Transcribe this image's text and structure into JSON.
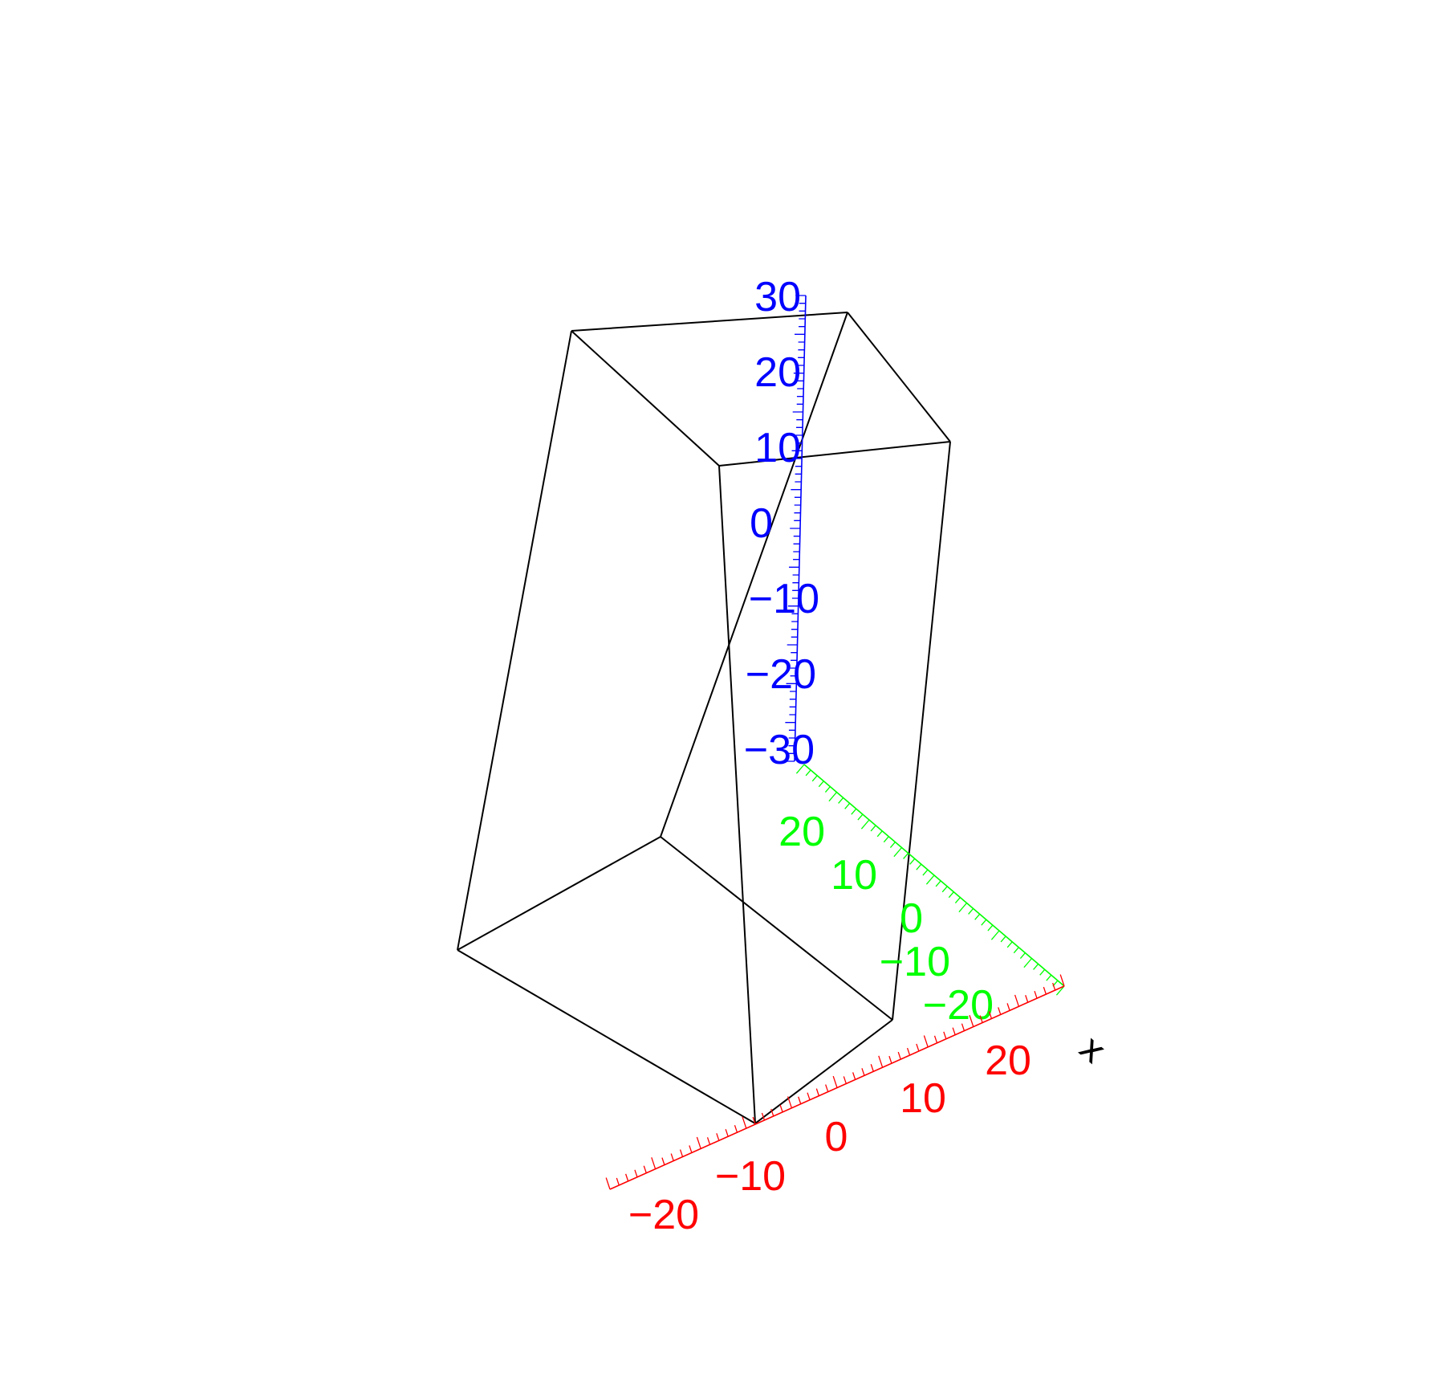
{
  "axes": {
    "x": {
      "color": "#ff0000",
      "name": "x",
      "tick_labels": [
        "−20",
        "−10",
        "0",
        "10",
        "20"
      ]
    },
    "y": {
      "color": "#00ff00",
      "tick_labels": [
        "20",
        "10",
        "0",
        "−10",
        "−20"
      ]
    },
    "z": {
      "color": "#0000ff",
      "tick_labels": [
        "30",
        "20",
        "10",
        "0",
        "−10",
        "−20",
        "−30"
      ]
    }
  },
  "shape": {
    "type": "wireframe-prism",
    "edge_color": "#000000"
  }
}
